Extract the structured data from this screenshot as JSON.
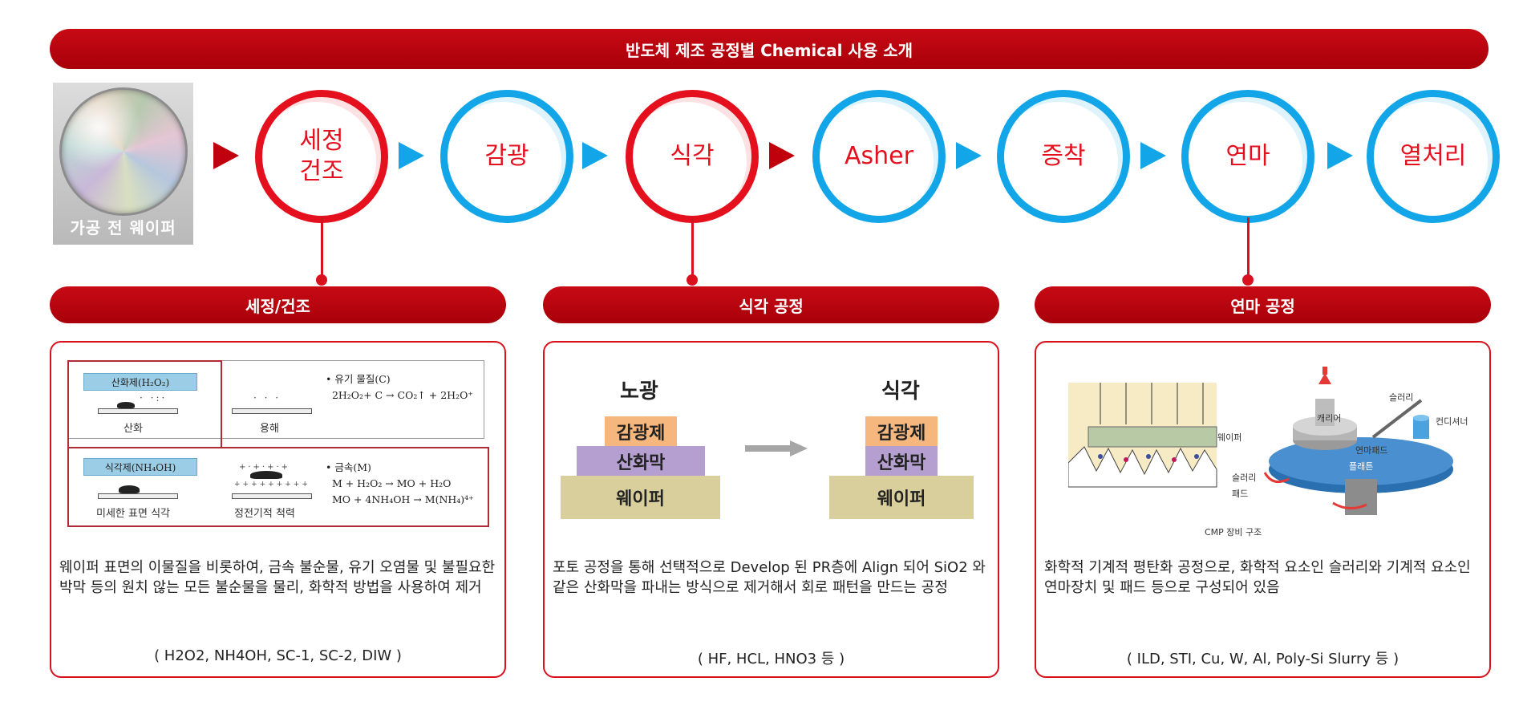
{
  "title": "반도체 제조 공정별 Chemical 사용 소개",
  "wafer_label": "가공 전 웨이퍼",
  "steps": [
    {
      "label": "세정\n건조",
      "ring": "red"
    },
    {
      "label": "감광",
      "ring": "blue"
    },
    {
      "label": "식각",
      "ring": "red"
    },
    {
      "label": "Asher",
      "ring": "blue"
    },
    {
      "label": "증착",
      "ring": "blue"
    },
    {
      "label": "연마",
      "ring": "blue"
    },
    {
      "label": "열처리",
      "ring": "blue"
    }
  ],
  "colors": {
    "red": "#e5101e",
    "dark_red": "#b0000c",
    "blue": "#12a6e8"
  },
  "sections": [
    {
      "header": "세정/건조",
      "diagram": {
        "oxidizer_tag": "산화제(H₂O₂)",
        "oxidation_label": "산화",
        "dissolution_label": "용해",
        "organic_eq": "• 유기 물질(C)\n  2H₂O₂+ C → CO₂↑ + 2H₂O⁺",
        "etchant_tag": "식각제(NH₄OH)",
        "micro_etch_label": "미세한 표면 식각",
        "electrostatic_label": "정전기적 척력",
        "metal_eq": "• 금속(M)\n  M + H₂O₂ → MO + H₂O\n  MO + 4NH₄OH → M(NH₄)⁴⁺"
      },
      "description": "웨이퍼 표면의 이물질을 비롯하여, 금속 불순물, 유기 오염물 및 불필요한 박막 등의 원치 않는 모든 불순물을 물리, 화학적 방법을 사용하여 제거",
      "chemicals": "( H2O2, NH4OH, SC-1, SC-2, DIW )"
    },
    {
      "header": "식각 공정",
      "diagram": {
        "left_title": "노광",
        "right_title": "식각",
        "pr_layer": "감광제",
        "oxide_layer": "산화막",
        "wafer_layer": "웨이퍼"
      },
      "description": "포토 공정을 통해 선택적으로 Develop 된 PR층에 Align 되어 SiO2 와 같은 산화막을 파내는 방식으로 제거해서 회로 패턴을 만드는 공정",
      "chemicals": "( HF, HCL, HNO3 등 )"
    },
    {
      "header": "연마 공정",
      "diagram": {
        "wafer": "웨이퍼",
        "slurry_left": "슬러리",
        "pad": "패드",
        "carrier": "캐리어",
        "slurry_top": "슬러리",
        "conditioner": "컨디셔너",
        "polishing_pad": "연마패드",
        "platen": "플래튼",
        "caption": "CMP 장비 구조"
      },
      "description": "화학적 기계적 평탄화 공정으로, 화학적 요소인 슬러리와 기계적 요소인 연마장치 및 패드 등으로 구성되어 있음",
      "chemicals": "( ILD, STI, Cu, W, Al, Poly-Si Slurry 등 )"
    }
  ]
}
